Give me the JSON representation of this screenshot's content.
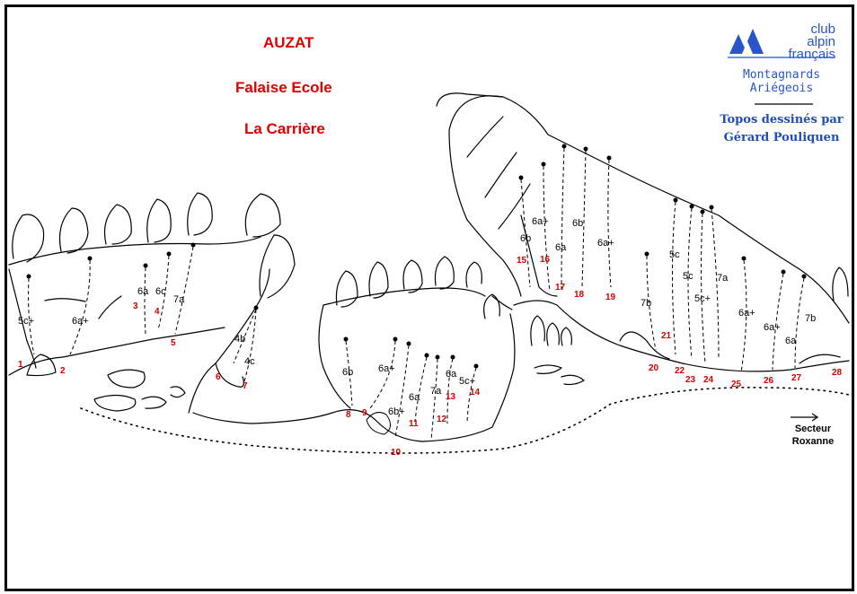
{
  "titles": {
    "line1": "AUZAT",
    "line2": "Falaise Ecole",
    "line3": "La Carrière"
  },
  "logo": {
    "club": [
      "club",
      "alpin",
      "français"
    ],
    "sub": [
      "Montagnards",
      "Ariégeois"
    ],
    "credit": [
      "Topos dessinés par",
      "Gérard Pouliquen"
    ],
    "color": "#2a55c8"
  },
  "direction": {
    "line1": "Secteur",
    "line2": "Roxanne",
    "icon": "arrow-right-icon"
  },
  "grades": [
    "5c+",
    "6a+",
    "6a",
    "6c",
    "7a",
    "4b",
    "4c",
    "6b",
    "6a+",
    "6b+",
    "6a",
    "7a",
    "6a",
    "5c+",
    "6a+",
    "6b",
    "6b",
    "6a",
    "6a+",
    "7b",
    "5c",
    "5c",
    "5c+",
    "7a",
    "6a+",
    "6a+",
    "6a",
    "7b"
  ],
  "route_numbers": [
    "1",
    "2",
    "3",
    "4",
    "5",
    "6",
    "7",
    "8",
    "9",
    "10",
    "11",
    "12",
    "13",
    "14",
    "15",
    "16",
    "17",
    "18",
    "19",
    "20",
    "21",
    "22",
    "23",
    "24",
    "25",
    "26",
    "27",
    "28"
  ],
  "colors": {
    "grade_text": "#000000",
    "route_number": "#d00000",
    "title": "#e00000"
  }
}
